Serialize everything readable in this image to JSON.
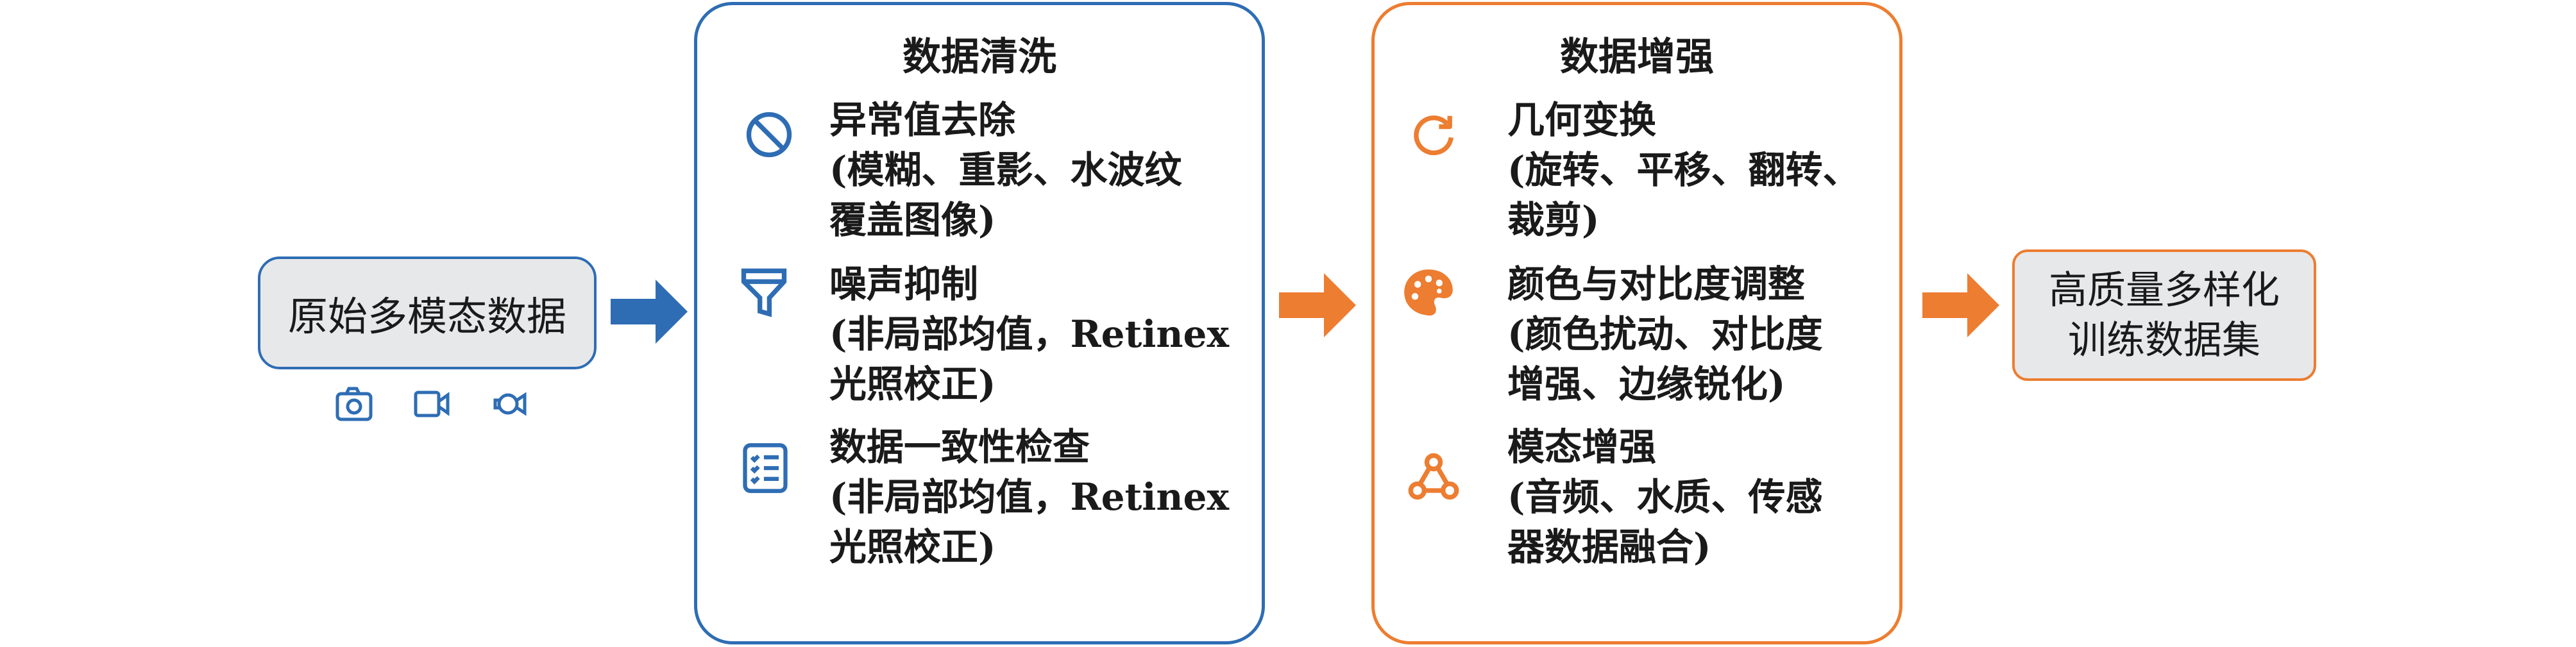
{
  "source": {
    "label": "原始多模态数据",
    "media_icons": [
      "camera-icon",
      "video-icon",
      "audio-sensor-icon"
    ]
  },
  "cleaning": {
    "title": "数据清洗",
    "color": "#2e6db4",
    "items": [
      {
        "icon": "ban-icon",
        "title": "异常值去除",
        "lines": [
          "(模糊、重影、水波纹",
          "覆盖图像)"
        ]
      },
      {
        "icon": "filter-icon",
        "title": "噪声抑制",
        "lines": [
          "(非局部均值，Retinex",
          "光照校正)"
        ]
      },
      {
        "icon": "checklist-icon",
        "title": "数据一致性检查",
        "lines": [
          "(非局部均值，Retinex",
          "光照校正)"
        ]
      }
    ]
  },
  "augmentation": {
    "title": "数据增强",
    "color": "#ed7d31",
    "items": [
      {
        "icon": "rotate-icon",
        "title": "几何变换",
        "lines": [
          "(旋转、平移、翻转、",
          "裁剪)"
        ]
      },
      {
        "icon": "palette-icon",
        "title": "颜色与对比度调整",
        "lines": [
          "(颜色扰动、对比度",
          "增强、边缘锐化)"
        ]
      },
      {
        "icon": "network-icon",
        "title": "模态增强",
        "lines": [
          "(音频、水质、传感",
          "器数据融合)"
        ]
      }
    ]
  },
  "output": {
    "lines": [
      "高质量多样化",
      "训练数据集"
    ]
  }
}
